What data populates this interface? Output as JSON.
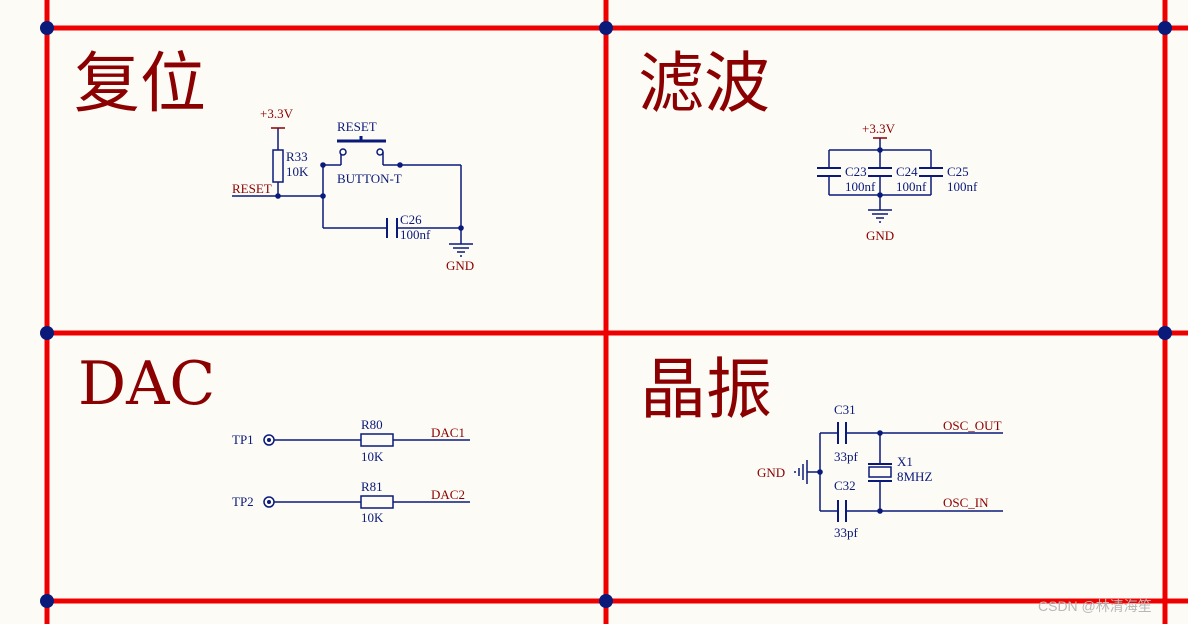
{
  "sections": {
    "reset": {
      "title": "复位",
      "power": "+3.3V",
      "resistor": {
        "ref": "R33",
        "value": "10K"
      },
      "net": "RESET",
      "button": {
        "ref": "RESET",
        "value": "BUTTON-T"
      },
      "capacitor": {
        "ref": "C26",
        "value": "100nf"
      },
      "ground": "GND"
    },
    "filter": {
      "title": "滤波",
      "power": "+3.3V",
      "capacitors": [
        {
          "ref": "C23",
          "value": "100nf"
        },
        {
          "ref": "C24",
          "value": "100nf"
        },
        {
          "ref": "C25",
          "value": "100nf"
        }
      ],
      "ground": "GND"
    },
    "dac": {
      "title": "DAC",
      "channels": [
        {
          "tp": "TP1",
          "ref": "R80",
          "value": "10K",
          "net": "DAC1"
        },
        {
          "tp": "TP2",
          "ref": "R81",
          "value": "10K",
          "net": "DAC2"
        }
      ]
    },
    "crystal": {
      "title": "晶振",
      "ground": "GND",
      "cap_top": {
        "ref": "C31",
        "value": "33pf"
      },
      "cap_bottom": {
        "ref": "C32",
        "value": "33pf"
      },
      "crystal": {
        "ref": "X1",
        "value": "8MHZ"
      },
      "net_out": "OSC_OUT",
      "net_in": "OSC_IN"
    }
  },
  "watermark": "CSDN @林清海笙",
  "colors": {
    "grid": "#ee0000",
    "node": "#0a1a7a",
    "wire": "#0a1a7a",
    "label_red": "#8b0000",
    "label_blue": "#0a1a7a",
    "background": "#fdfbf6"
  }
}
